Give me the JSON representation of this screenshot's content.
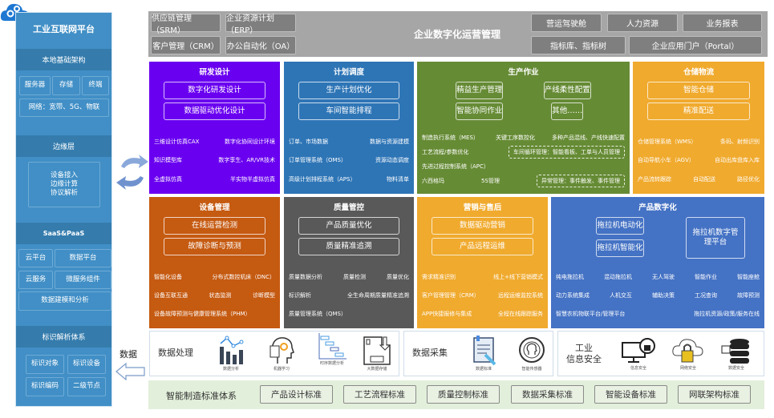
{
  "sidebar": {
    "title": "工业互联网平台",
    "local_infra": {
      "title": "本地基础架构",
      "items": [
        "服务器",
        "存储",
        "终端"
      ],
      "network": "网络：宽带、5G、物联"
    },
    "edge": {
      "title": "边缘层",
      "items": [
        "设备接入",
        "边缘计算",
        "协议解析"
      ]
    },
    "saas": {
      "title": "SaaS&PaaS",
      "items": [
        "云平台",
        "数据平台",
        "云服务",
        "微服务组件",
        "数据建模和分析"
      ]
    },
    "id": {
      "title": "标识解析体系",
      "items": [
        "标识对象",
        "标识设备",
        "标识编码",
        "二级节点"
      ]
    }
  },
  "data_flow_label": "数据",
  "top": {
    "title": "企业数字化运营管理",
    "left": [
      "供应链管理（SRM）",
      "企业资源计划（ERP）",
      "客户管理（CRM）",
      "办公自动化（OA）"
    ],
    "right": [
      "营运驾驶舱",
      "人力资源",
      "业务报表",
      "指标库、指标树",
      "企业应用门户（Portal）"
    ]
  },
  "modules": [
    {
      "id": "rd",
      "title": "研发设计",
      "color": "#6a00f0",
      "boxes": [
        "数字化研发设计",
        "数据驱动优化设计"
      ],
      "rows": [
        [
          {
            "t": "三维设计仿真CAX"
          },
          {
            "t": "数字化协同设计环境"
          }
        ],
        [
          {
            "t": "知识模型库"
          },
          {
            "t": "数字孪生、AR/VR技术"
          }
        ],
        [
          {
            "t": "全虚拟仿真"
          },
          {
            "t": "半实物半虚拟仿真"
          }
        ]
      ]
    },
    {
      "id": "plan",
      "title": "计划调度",
      "color": "#2e75b6",
      "boxes": [
        "生产计划优化",
        "车间智能排程"
      ],
      "rows": [
        [
          {
            "t": "订单、市场数据"
          },
          {
            "t": "数据与资源建模"
          }
        ],
        [
          {
            "t": "订单管理系统（OMS）"
          },
          {
            "t": "资源动态调度"
          }
        ],
        [
          {
            "t": "高级计划排程系统（APS）"
          },
          {
            "t": "物料清单"
          }
        ]
      ]
    },
    {
      "id": "prod",
      "title": "生产作业",
      "color": "#668b35",
      "boxes": [
        "精益生产管理",
        "产线柔性配置",
        "智能协同作业",
        "其他……"
      ],
      "rows": [
        [
          {
            "t": "制造执行系统（MES）"
          },
          {
            "t": "关键工序数控化"
          },
          {
            "t": "多种产品混线、产线快速配置"
          }
        ],
        [
          {
            "t": "工艺流程/参数优化"
          },
          {
            "t": "车间循环管理：智能看板、工单与人员管理",
            "dashed": true
          }
        ],
        [
          {
            "t": "先进过程控制系统（APC）"
          }
        ],
        [
          {
            "t": "六西格玛"
          },
          {
            "t": "5S管理"
          },
          {
            "t": "异常管理：事件触发、事件管理",
            "dashed": true
          }
        ]
      ]
    },
    {
      "id": "wh",
      "title": "仓储物流",
      "color": "#f0aa2e",
      "boxes": [
        "智能仓储",
        "精准配送"
      ],
      "rows": [
        [
          {
            "t": "仓储管理系统（WMS）"
          },
          {
            "t": "条码、射频识别"
          }
        ],
        [
          {
            "t": "自动导航小车（AGV）"
          },
          {
            "t": "自动出库盘库入库"
          }
        ],
        [
          {
            "t": "产品流转跟踪"
          },
          {
            "t": "自动配送"
          },
          {
            "t": "路径优化"
          }
        ]
      ]
    },
    {
      "id": "eq",
      "title": "设备管理",
      "color": "#c55a11",
      "boxes": [
        "在线运营检测",
        "故障诊断与预测"
      ],
      "rows": [
        [
          {
            "t": "智能化设备"
          },
          {
            "t": "分布式数控机床（DNC）"
          }
        ],
        [
          {
            "t": "设备互联互通"
          },
          {
            "t": "状态监测"
          },
          {
            "t": "诊断模型"
          }
        ],
        [
          {
            "t": "设备故障预测与健康管理系统（PHM）"
          }
        ]
      ]
    },
    {
      "id": "qc",
      "title": "质量管控",
      "color": "#595959",
      "boxes": [
        "产品质量优化",
        "质量精准追溯"
      ],
      "rows": [
        [
          {
            "t": "质量数据分析"
          },
          {
            "t": "质量检测"
          },
          {
            "t": "质量优化"
          }
        ],
        [
          {
            "t": "标识解析"
          },
          {
            "t": "全生命周期质量精准追溯"
          }
        ],
        [
          {
            "t": "质量管理系统（QMS）"
          }
        ]
      ]
    },
    {
      "id": "mkt",
      "title": "营销与售后",
      "color": "#f0aa2e",
      "boxes": [
        "数据驱动营销",
        "产品远程运维"
      ],
      "rows": [
        [
          {
            "t": "需求精准识别"
          },
          {
            "t": "线上+线下营销模式"
          }
        ],
        [
          {
            "t": "客户管理管理（CRM）"
          },
          {
            "t": "远程运维监控系统"
          }
        ],
        [
          {
            "t": "APP快捷报修与集成"
          },
          {
            "t": "全程在线跟踪服务"
          }
        ]
      ]
    },
    {
      "id": "pd",
      "title": "产品数字化",
      "color": "#4472c4",
      "boxes": [
        "拖拉机电动化",
        "拖拉机智能化"
      ],
      "side_box": "拖拉机数字管理平台",
      "rows": [
        [
          {
            "t": "纯电拖拉机"
          },
          {
            "t": "混动拖拉机"
          },
          {
            "t": "无人驾驶"
          },
          {
            "t": "智能作业"
          },
          {
            "t": "智能座舱"
          }
        ],
        [
          {
            "t": "动力系统集成"
          },
          {
            "t": "人机交互"
          },
          {
            "t": "辅助决策"
          },
          {
            "t": "工况查询"
          },
          {
            "t": "故障预测"
          }
        ],
        [
          {
            "t": "智慧农机物联平台/管理平台"
          },
          {
            "t": "拖拉机资源/政策/服务在线"
          }
        ]
      ]
    }
  ],
  "data_processing": {
    "title": "数据处理",
    "icons": [
      {
        "name": "bar-chart-icon",
        "label": "数据分析"
      },
      {
        "name": "machine-learning-icon",
        "label": "机器学习"
      },
      {
        "name": "timeline-icon",
        "label": "时序数据分析"
      },
      {
        "name": "storage-icon",
        "label": "大数据存储"
      }
    ]
  },
  "data_collection": {
    "title": "数据采集",
    "icons": [
      {
        "name": "document-icon",
        "label": "数据标准"
      },
      {
        "name": "sensor-icon",
        "label": "智能传感器"
      }
    ]
  },
  "security": {
    "title_line1": "工业",
    "title_line2": "信息安全",
    "icons": [
      {
        "name": "monitor-lock-icon",
        "label": "信息安全"
      },
      {
        "name": "cloud-lock-icon",
        "label": "网络安全"
      },
      {
        "name": "database-lock-icon",
        "label": "数据安全"
      }
    ]
  },
  "standards": {
    "title": "智能制造标准体系",
    "items": [
      "产品设计标准",
      "工艺流程标准",
      "质量控制标准",
      "数据采集标准",
      "智能设备标准",
      "网联架构标准"
    ]
  }
}
